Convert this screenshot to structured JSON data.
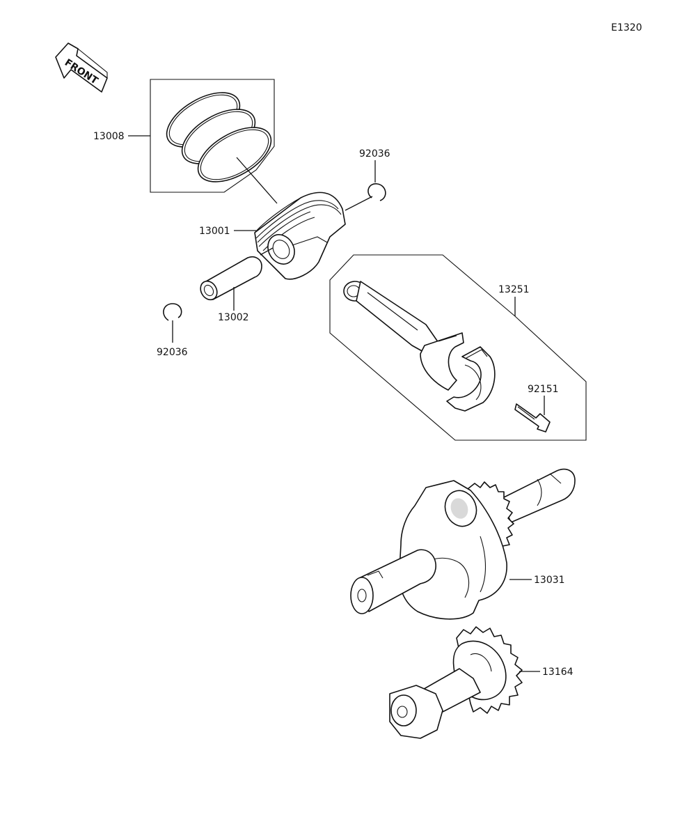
{
  "diagram_id": "E1320",
  "front_label": "FRONT",
  "callouts": [
    {
      "part_no": "13008",
      "name": "piston-ring-set"
    },
    {
      "part_no": "92036",
      "name": "piston-pin-clip-right"
    },
    {
      "part_no": "13001",
      "name": "piston"
    },
    {
      "part_no": "13002",
      "name": "piston-pin"
    },
    {
      "part_no": "92036",
      "name": "piston-pin-clip-left"
    },
    {
      "part_no": "13251",
      "name": "connecting-rod"
    },
    {
      "part_no": "92151",
      "name": "connecting-rod-bolt"
    },
    {
      "part_no": "13031",
      "name": "crankshaft"
    },
    {
      "part_no": "13164",
      "name": "balancer-shaft"
    }
  ]
}
